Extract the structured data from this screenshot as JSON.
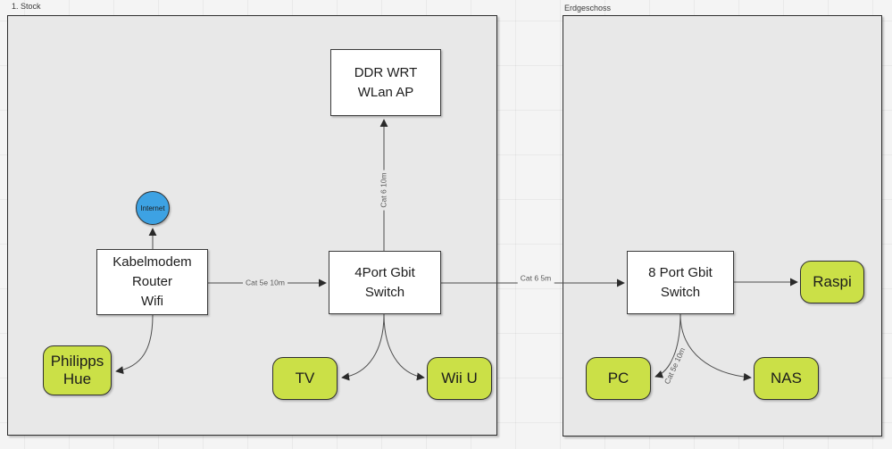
{
  "diagram": {
    "containers": [
      {
        "label": "1. Stock"
      },
      {
        "label": "Erdgeschoss"
      }
    ],
    "nodes": {
      "internet": {
        "label": "Internet",
        "shape": "circle",
        "fill": "#3da2e3"
      },
      "ddr_wrt_ap": {
        "label": "DDR WRT\nWLan AP",
        "shape": "rect",
        "fill": "#ffffff"
      },
      "kabelmodem": {
        "label": "Kabelmodem\nRouter\nWifi",
        "shape": "rect",
        "fill": "#ffffff"
      },
      "switch_4port": {
        "label": "4Port Gbit\nSwitch",
        "shape": "rect",
        "fill": "#ffffff"
      },
      "philipps_hue": {
        "label": "Philipps\nHue",
        "shape": "rounded",
        "fill": "#cbe047"
      },
      "tv": {
        "label": "TV",
        "shape": "rounded",
        "fill": "#cbe047"
      },
      "wii_u": {
        "label": "Wii U",
        "shape": "rounded",
        "fill": "#cbe047"
      },
      "switch_8port": {
        "label": "8 Port Gbit\nSwitch",
        "shape": "rect",
        "fill": "#ffffff"
      },
      "raspi": {
        "label": "Raspi",
        "shape": "rounded",
        "fill": "#cbe047"
      },
      "pc": {
        "label": "PC",
        "shape": "rounded",
        "fill": "#cbe047"
      },
      "nas": {
        "label": "NAS",
        "shape": "rounded",
        "fill": "#cbe047"
      }
    },
    "edges": [
      {
        "from": "kabelmodem",
        "to": "internet",
        "label": ""
      },
      {
        "from": "switch_4port",
        "to": "ddr_wrt_ap",
        "label": "Cat 6 10m"
      },
      {
        "from": "kabelmodem",
        "to": "switch_4port",
        "label": "Cat 5e 10m"
      },
      {
        "from": "switch_4port",
        "to": "switch_8port",
        "label": "Cat 6 5m"
      },
      {
        "from": "switch_8port",
        "to": "raspi",
        "label": ""
      },
      {
        "from": "kabelmodem",
        "to": "philipps_hue",
        "label": ""
      },
      {
        "from": "switch_4port",
        "to": "tv",
        "label": ""
      },
      {
        "from": "switch_4port",
        "to": "wii_u",
        "label": ""
      },
      {
        "from": "switch_8port",
        "to": "pc",
        "label": "Cat 5e 10m"
      },
      {
        "from": "switch_8port",
        "to": "nas",
        "label": ""
      }
    ],
    "colors": {
      "node_green": "#cbe047",
      "node_blue": "#3da2e3",
      "node_white": "#ffffff",
      "container_fill": "#e8e8e8",
      "page_background": "#f4f4f4",
      "edge_stroke": "#4d4d4d",
      "arrow_fill": "#2a2a2a"
    }
  }
}
